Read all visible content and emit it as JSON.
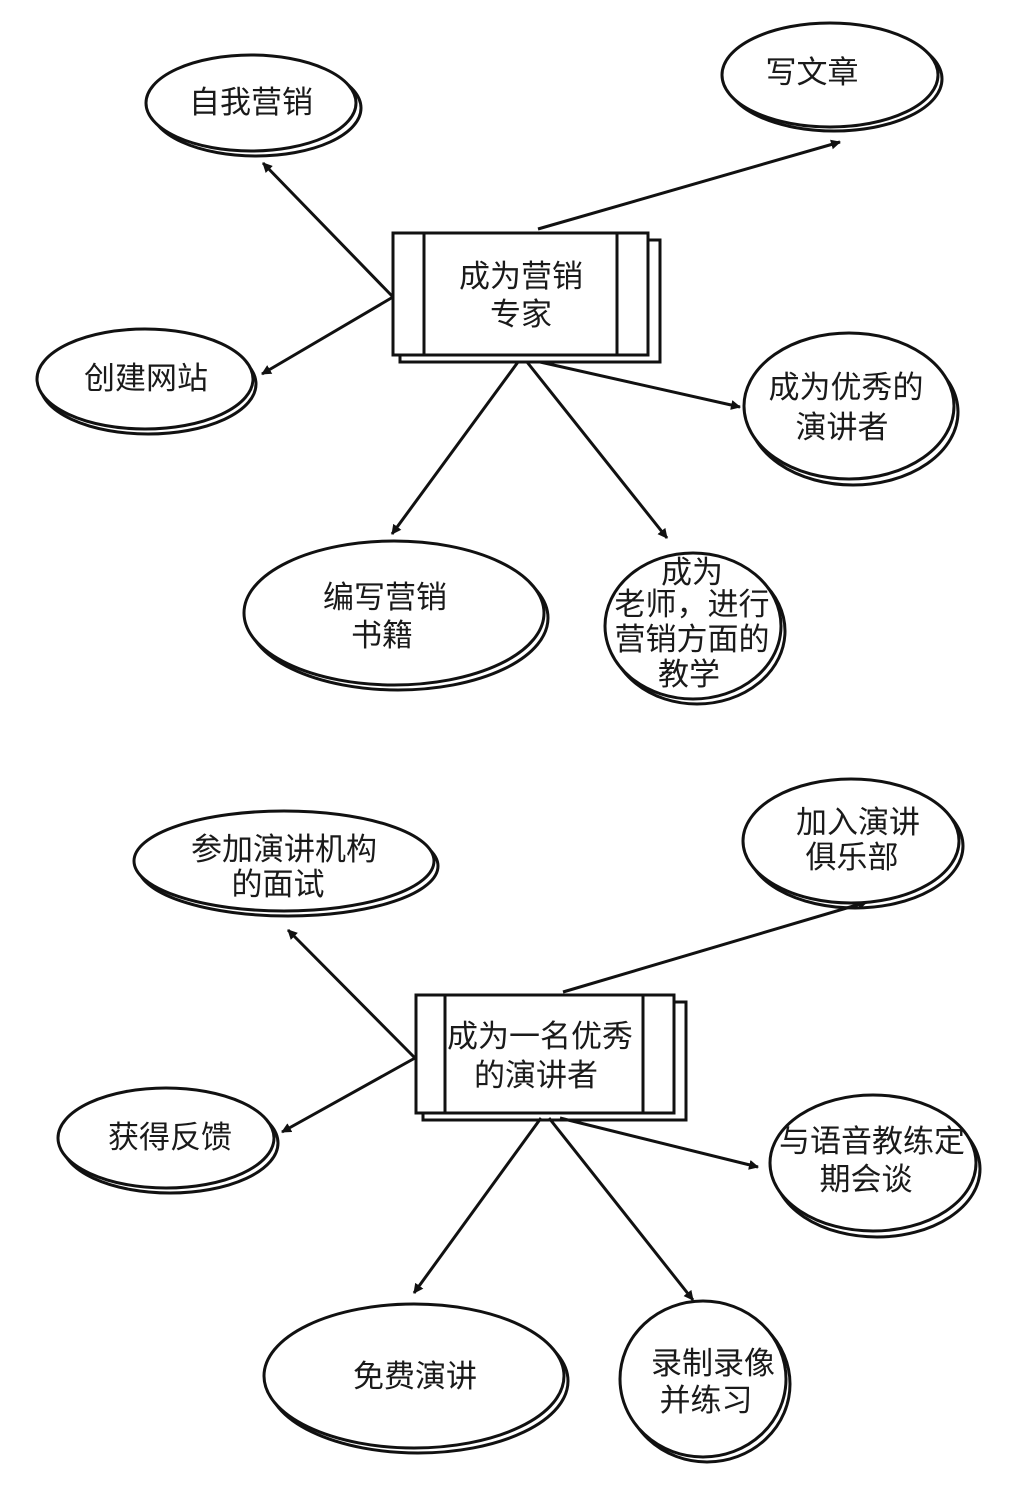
{
  "diagrams": [
    {
      "center": {
        "lines": [
          "成为营销",
          "专家"
        ]
      },
      "nodes": [
        {
          "id": "self-marketing",
          "lines": [
            "自我营销"
          ]
        },
        {
          "id": "write-articles",
          "lines": [
            "写文章"
          ]
        },
        {
          "id": "build-website",
          "lines": [
            "创建网站"
          ]
        },
        {
          "id": "excellent-speaker",
          "lines": [
            "成为优秀的",
            "演讲者"
          ]
        },
        {
          "id": "write-marketing-book",
          "lines": [
            "编写营销",
            "书籍"
          ]
        },
        {
          "id": "become-marketing-teacher",
          "lines": [
            "成为",
            "老师，进行",
            "营销方面的",
            "教学"
          ]
        }
      ]
    },
    {
      "center": {
        "lines": [
          "成为一名优秀",
          "的演讲者"
        ]
      },
      "nodes": [
        {
          "id": "interview-speaker-agencies",
          "lines": [
            "参加演讲机构",
            "的面试"
          ]
        },
        {
          "id": "join-speaking-club",
          "lines": [
            "加入演讲",
            "俱乐部"
          ]
        },
        {
          "id": "get-feedback",
          "lines": [
            "获得反馈"
          ]
        },
        {
          "id": "meet-voice-coach",
          "lines": [
            "与语音教练定",
            "期会谈"
          ]
        },
        {
          "id": "free-speeches",
          "lines": [
            "免费演讲"
          ]
        },
        {
          "id": "record-video-practice",
          "lines": [
            "录制录像",
            "并练习"
          ]
        }
      ]
    }
  ]
}
